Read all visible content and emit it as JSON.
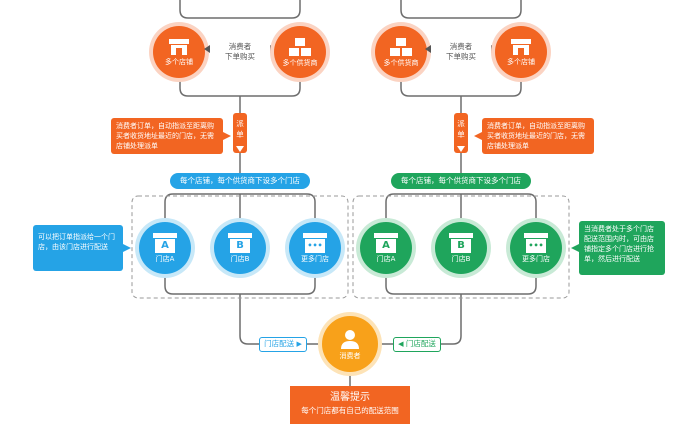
{
  "top": {
    "left_store_label": "多个店铺",
    "left_supplier_label": "多个供货商",
    "left_mid_text_1": "消费者",
    "left_mid_text_2": "下单购买",
    "right_supplier_label": "多个供货商",
    "right_store_label": "多个店铺",
    "right_mid_text_1": "消费者",
    "right_mid_text_2": "下单购买"
  },
  "dispatch": {
    "left_callout": "消费者订单，自动指派至距离购买者收货地址最近的门店，无需店铺处理派单",
    "right_callout": "消费者订单，自动指派至距离购买者收货地址最近的门店，无需店铺处理派单",
    "left_tag_char_1": "派",
    "left_tag_char_2": "单",
    "right_tag_char_1": "派",
    "right_tag_char_2": "单"
  },
  "pills": {
    "left": "每个店铺，每个供货商下设多个门店",
    "right": "每个店铺，每个供货商下设多个门店"
  },
  "stores": {
    "left": [
      {
        "label": "门店A",
        "glyph": "A"
      },
      {
        "label": "门店B",
        "glyph": "B"
      },
      {
        "label": "更多门店",
        "glyph": "•••"
      }
    ],
    "right": [
      {
        "label": "门店A",
        "glyph": "A"
      },
      {
        "label": "门店B",
        "glyph": "B"
      },
      {
        "label": "更多门店",
        "glyph": "•••"
      }
    ]
  },
  "side_notes": {
    "left": "可以把订单指派给一个门店，由该门店进行配送",
    "right": "当消费者处于多个门店配送范围内时，可由店铺指定多个门店进行抢单，然后进行配送"
  },
  "bottom": {
    "left_tag": "门店配送",
    "right_tag": "门店配送",
    "consumer_label": "消费者",
    "tip_title": "温馨提示",
    "tip_text": "每个门店都有自己的配送范围"
  },
  "colors": {
    "orange": "#f26522",
    "blue": "#25a3e6",
    "green": "#1fa55c",
    "consumer": "#f8a11a",
    "line": "#6d6d6d"
  },
  "icons": {
    "store": "store-icon",
    "supplier": "boxes-icon",
    "consumer": "person-icon"
  }
}
